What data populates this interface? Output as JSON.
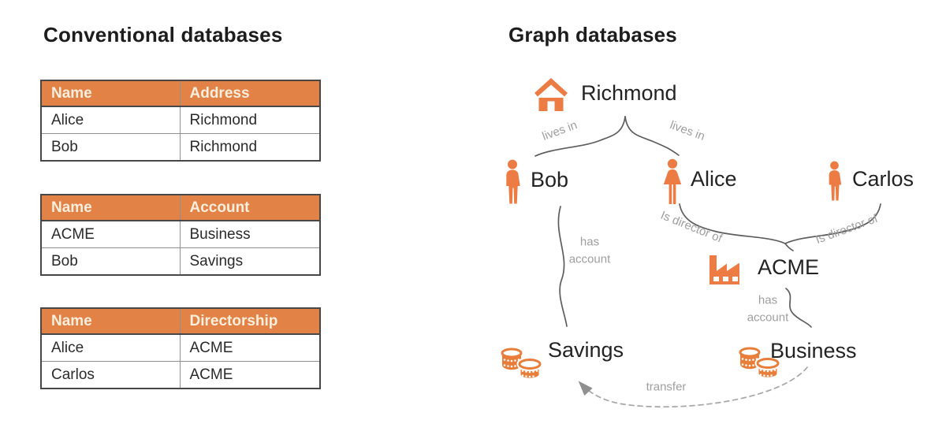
{
  "left": {
    "title": "Conventional databases",
    "tables": [
      {
        "name": "address-table",
        "headers": [
          "Name",
          "Address"
        ],
        "rows": [
          [
            "Alice",
            "Richmond"
          ],
          [
            "Bob",
            "Richmond"
          ]
        ]
      },
      {
        "name": "account-table",
        "headers": [
          "Name",
          "Account"
        ],
        "rows": [
          [
            "ACME",
            "Business"
          ],
          [
            "Bob",
            "Savings"
          ]
        ]
      },
      {
        "name": "directorship-table",
        "headers": [
          "Name",
          "Directorship"
        ],
        "rows": [
          [
            "Alice",
            "ACME"
          ],
          [
            "Carlos",
            "ACME"
          ]
        ]
      }
    ]
  },
  "right": {
    "title": "Graph databases",
    "nodes": [
      {
        "id": "richmond",
        "label": "Richmond",
        "icon": "house-icon"
      },
      {
        "id": "bob",
        "label": "Bob",
        "icon": "man-icon"
      },
      {
        "id": "alice",
        "label": "Alice",
        "icon": "woman-icon"
      },
      {
        "id": "carlos",
        "label": "Carlos",
        "icon": "man-icon"
      },
      {
        "id": "acme",
        "label": "ACME",
        "icon": "factory-icon"
      },
      {
        "id": "savings",
        "label": "Savings",
        "icon": "coins-icon"
      },
      {
        "id": "business",
        "label": "Business",
        "icon": "coins-icon"
      }
    ],
    "edges": [
      {
        "from": "bob",
        "to": "richmond",
        "label": "lives in",
        "style": "solid"
      },
      {
        "from": "alice",
        "to": "richmond",
        "label": "lives in",
        "style": "solid"
      },
      {
        "from": "alice",
        "to": "acme",
        "label": "Is director of",
        "style": "solid"
      },
      {
        "from": "carlos",
        "to": "acme",
        "label": "Is director of",
        "style": "solid"
      },
      {
        "from": "bob",
        "to": "savings",
        "label": "has account",
        "style": "solid"
      },
      {
        "from": "acme",
        "to": "business",
        "label": "has account",
        "style": "solid"
      },
      {
        "from": "business",
        "to": "savings",
        "label": "transfer",
        "style": "dashed-arrow"
      }
    ]
  },
  "colors": {
    "table_header_bg": "#e28246",
    "table_header_text": "#faeedd",
    "icon_orange": "#ed7c44",
    "edge_gray": "#5d5d5d",
    "edge_label_gray": "#9e9e9e",
    "dashed_gray": "#a6a6a6",
    "text_dark": "#232323"
  }
}
